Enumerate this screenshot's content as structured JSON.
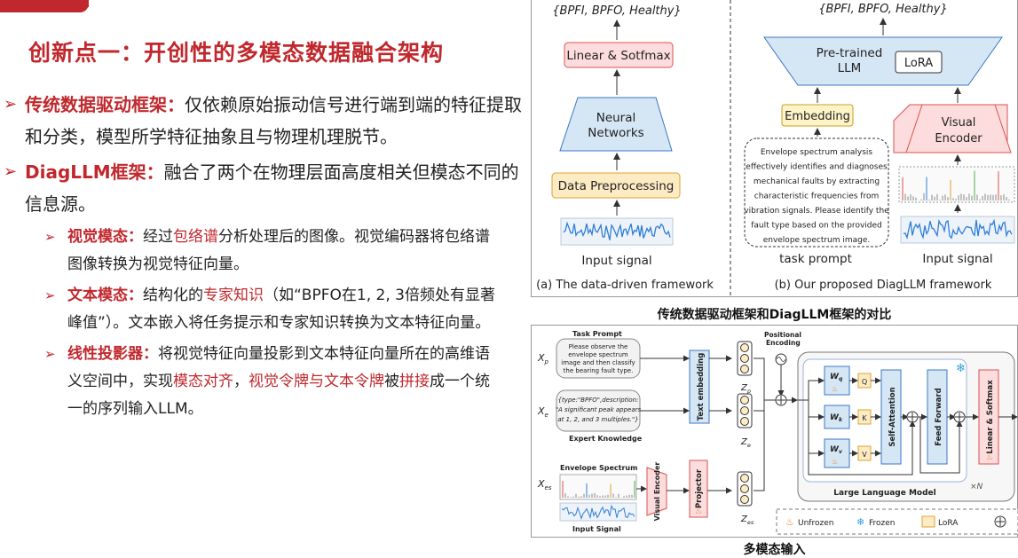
{
  "title": "创新点一：开创性的多模态数据融合架构",
  "bullets": {
    "b1": {
      "label": "传统数据驱动框架：",
      "text": "仅依赖原始振动信号进行端到端的特征提取和分类，模型所学特征抽象且与物理机理脱节。"
    },
    "b2": {
      "label": "DiagLLM框架：",
      "text": "融合了两个在物理层面高度相关但模态不同的信息源。"
    },
    "s1": {
      "label": "视觉模态：",
      "p1": "经过",
      "hl1": "包络谱",
      "p2": "分析处理后的图像。视觉编码器将包络谱图像转换为视觉特征向量。"
    },
    "s2": {
      "label": "文本模态：",
      "p1": "结构化的",
      "hl1": "专家知识",
      "p2": "（如“BPFO在1, 2, 3倍频处有显著峰值”）。文本嵌入将任务提示和专家知识转换为文本特征向量。"
    },
    "s3": {
      "label": "线性投影器：",
      "p1": "将视觉特征向量投影到文本特征向量所在的高维语义空间中，实现",
      "hl1": "模态对齐",
      "p2": "，",
      "hl2": "视觉令牌与文本令牌",
      "p3": "被",
      "hl3": "拼接",
      "p4": "成一个统一的序列输入LLM。"
    }
  },
  "fig1": {
    "a_output": "{BPFI, BPFO, Healthy}",
    "a_linear": "Linear & Sotfmax",
    "a_nn1": "Neural",
    "a_nn2": "Networks",
    "a_prep": "Data Preprocessing",
    "a_input": "Input signal",
    "a_caption": "(a) The data-driven framework",
    "b_output": "{BPFI, BPFO, Healthy}",
    "b_llm1": "Pre-trained",
    "b_llm2": "LLM",
    "b_lora": "LoRA",
    "b_embed": "Embedding",
    "b_visual1": "Visual",
    "b_visual2": "Encoder",
    "b_prompt": [
      "Envelope spectrum analysis",
      "effectively identifies and diagnoses",
      "mechanical faults by extracting",
      "characteristic frequencies from",
      "vibration signals. Please identify the",
      "fault type based on the provided",
      "envelope spectrum image."
    ],
    "b_task": "task prompt",
    "b_input": "Input signal",
    "b_caption": "(b) Our proposed DiagLLM framework"
  },
  "caption1": "传统数据驱动框架和DiagLLM框架的对比",
  "fig2": {
    "task_prompt": "Task Prompt",
    "prompt_lines": [
      "Please observe the",
      "envelope spectrum",
      "image and then classify",
      "the bearing fault type."
    ],
    "xp": "X",
    "xp_sub": "p",
    "xe": "X",
    "xe_sub": "e",
    "xes": "X",
    "xes_sub": "es",
    "knowledge_lines": [
      "{type:\"BPFO\",description:",
      "\"A significant peak appears",
      "at 1, 2, and 3 multiples.\"}"
    ],
    "expert_knowledge": "Expert Knowledge",
    "envelope_spectrum": "Envelope Spectrum",
    "input_signal": "Input Signal",
    "text_embedding": "Text embedding",
    "visual_encoder": "Visual Encoder",
    "projector": "Projector",
    "zp": "Z",
    "zp_sub": "p",
    "ze": "Z",
    "ze_sub": "e",
    "zes": "Z",
    "zes_sub": "es",
    "pos1": "Positional",
    "pos2": "Encoding",
    "wq": "W",
    "wq_sub": "q",
    "wk": "W",
    "wk_sub": "k",
    "wv": "W",
    "wv_sub": "v",
    "q": "Q",
    "k": "K",
    "v": "V",
    "self_attention": "Self-Attention",
    "feed_forward": "Feed Forward",
    "linear_softmax": "Linear & Softmax",
    "llm": "Large Language Model",
    "xn": "×N",
    "legend_unfrozen": "Unfrozen",
    "legend_frozen": "Frozen",
    "legend_lora": "LoRA"
  },
  "caption2": "多模态输入",
  "colors": {
    "accent": "#c0282d",
    "linear": "#fcdcdc",
    "nn": "#d5e6f5",
    "prep": "#fdebc4",
    "embed": "#fff3c8",
    "signal": "#2f7fd6"
  }
}
